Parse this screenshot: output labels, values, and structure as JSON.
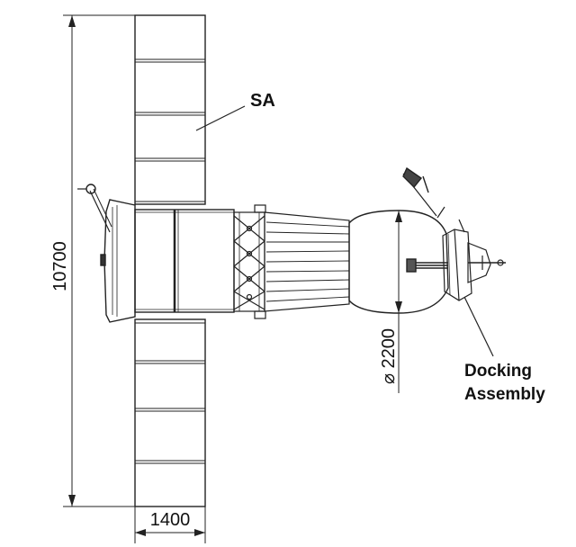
{
  "labels": {
    "solar_array": "SA",
    "docking_line1": "Docking",
    "docking_line2": "Assembly"
  },
  "dimensions": {
    "length": "10700",
    "width": "1400",
    "diameter": "⌀ 2200"
  }
}
